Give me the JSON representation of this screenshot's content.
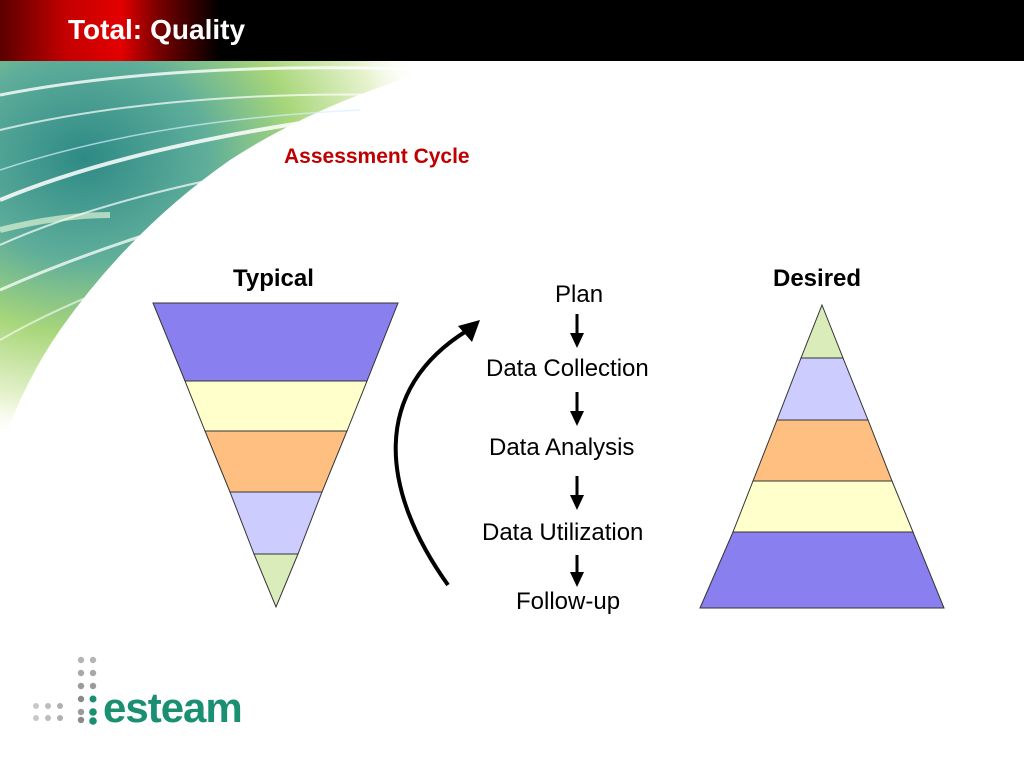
{
  "header": {
    "title_part1": "Total:",
    "title_part2": "Quality"
  },
  "diagram": {
    "heading": "Assessment Cycle",
    "typical": {
      "label": "Typical",
      "layers_top_to_bottom": [
        "#8a7fef",
        "#ffffcc",
        "#ffbf80",
        "#ccccff",
        "#d9ecb9"
      ]
    },
    "desired": {
      "label": "Desired",
      "layers_top_to_bottom": [
        "#d9ecb9",
        "#ccccff",
        "#ffbf80",
        "#ffffcc",
        "#8a7fef"
      ]
    },
    "steps": [
      "Plan",
      "Data Collection",
      "Data Analysis",
      "Data Utilization",
      "Follow-up"
    ]
  },
  "logo": {
    "text": "esteam",
    "color": "#1a8f72"
  },
  "colors": {
    "title_bar": "#000000",
    "title_accent": "#e30000",
    "heading": "#c00000"
  }
}
